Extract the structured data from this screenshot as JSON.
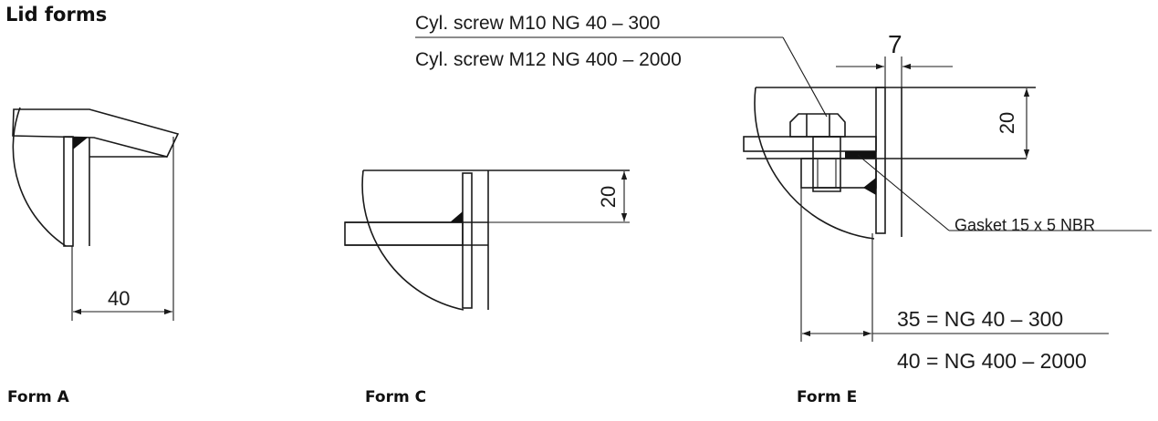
{
  "title": "Lid forms",
  "forms": {
    "a": {
      "caption": "Form A",
      "dimension": "40"
    },
    "c": {
      "caption": "Form C",
      "dimension": "20"
    },
    "e": {
      "caption": "Form E",
      "screw_label_1": "Cyl. screw M10 NG 40 – 300",
      "screw_label_2": "Cyl. screw M12 NG 400 – 2000",
      "gap_dimension": "7",
      "height_dimension": "20",
      "gasket_label": "Gasket 15 x 5 NBR",
      "width_label_1": "35 = NG 40 – 300",
      "width_label_2": "40 = NG 400 – 2000"
    }
  }
}
